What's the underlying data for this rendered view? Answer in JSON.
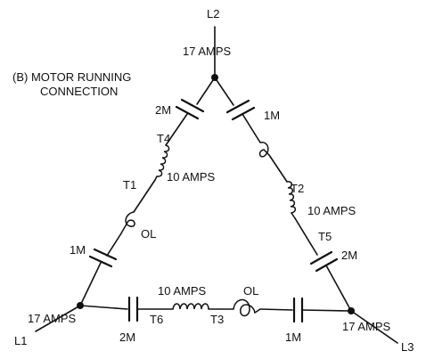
{
  "title_line1": "(B)  MOTOR RUNNING",
  "title_line2": "CONNECTION",
  "lines": {
    "l1": "L1",
    "l2": "L2",
    "l3": "L3"
  },
  "line_currents": {
    "top": "17 AMPS",
    "left": "17 AMPS",
    "right": "17 AMPS"
  },
  "phase_currents": {
    "left": "10 AMPS",
    "right": "10 AMPS",
    "bottom": "10 AMPS"
  },
  "contacts": {
    "top_left": "2M",
    "top_right": "1M",
    "lower_left": "1M",
    "lower_right": "2M",
    "bottom_left": "2M",
    "bottom_right": "1M"
  },
  "terminals": {
    "t1": "T1",
    "t2": "T2",
    "t3": "T3",
    "t4": "T4",
    "t5": "T5",
    "t6": "T6"
  },
  "overloads": {
    "left": "OL",
    "bottom": "OL"
  }
}
